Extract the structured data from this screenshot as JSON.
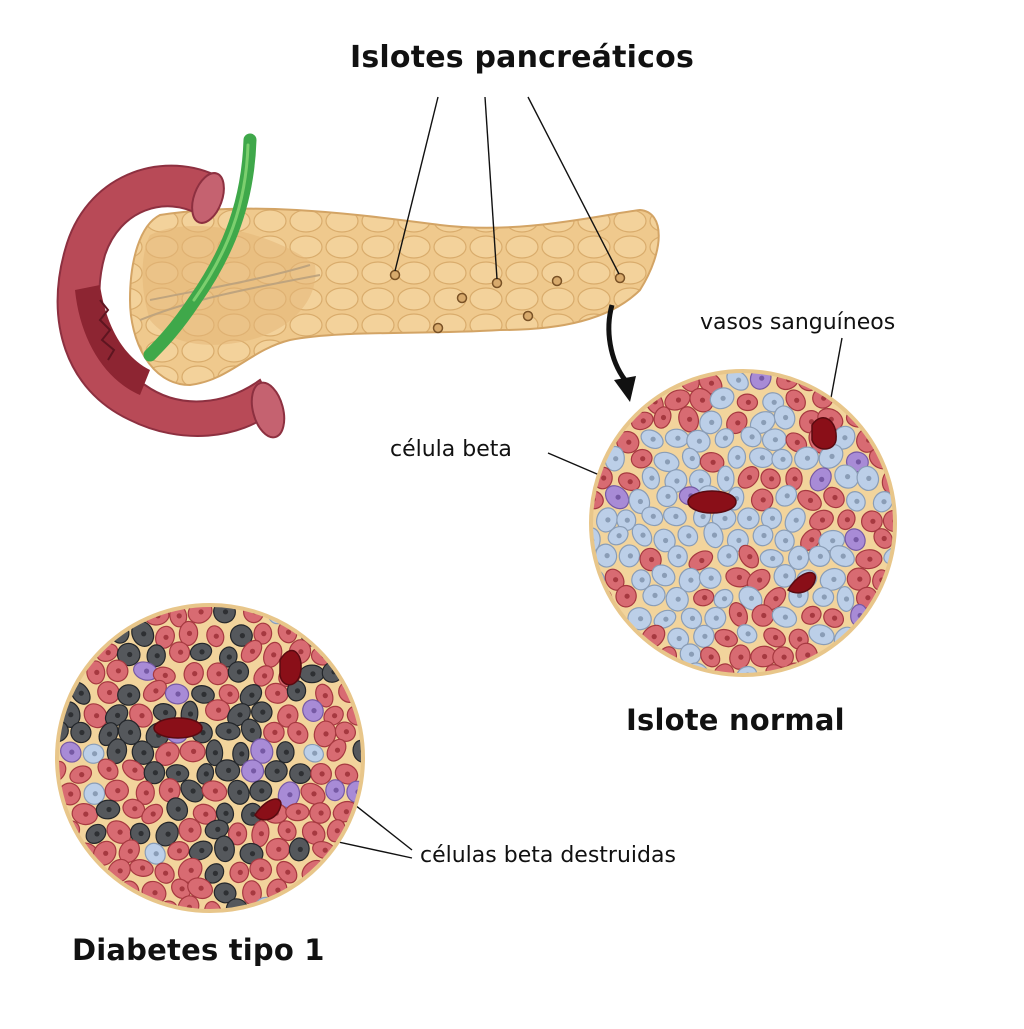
{
  "labels": {
    "title": "Islotes pancreáticos",
    "blood_vessels": "vasos sanguíneos",
    "beta_cell": "célula beta",
    "normal_islet": "Islote normal",
    "destroyed_cells": "células beta destruidas",
    "type1": "Diabetes tipo 1"
  },
  "colors": {
    "alpha_cell": "#d86b72",
    "beta_cell": "#bccfe8",
    "delta_cell": "#a88bd6",
    "destroyed_cell": "#55585c",
    "blood_vessel": "#8a0f18",
    "islet_matrix": "#f2d49c",
    "pancreas": "#efc98d",
    "duodenum": "#b84a57",
    "duct": "#3fa84a"
  }
}
